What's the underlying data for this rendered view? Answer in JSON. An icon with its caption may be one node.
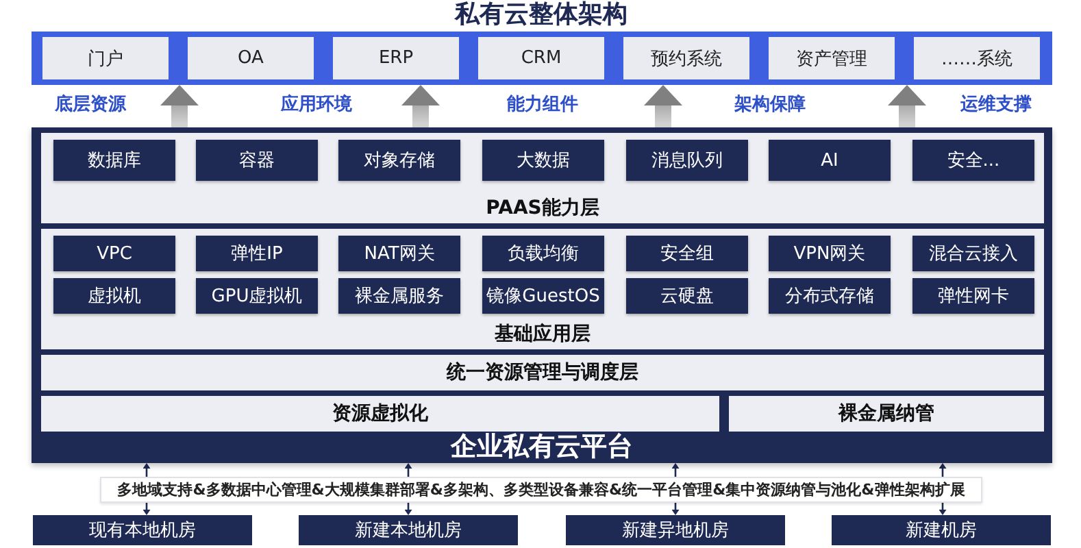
{
  "diagram": {
    "title": "私有云整体架构",
    "nodes": [
      {
        "text": [],
        "shape": "box"
      },
      {
        "text": [
          "门户"
        ],
        "in": 0
      },
      {
        "text": [
          "OA"
        ],
        "in": 0
      },
      {
        "text": [
          "ERP"
        ],
        "in": 0
      },
      {
        "text": [
          "CRM"
        ],
        "in": 0
      },
      {
        "text": [
          "预约系统"
        ],
        "in": 0
      },
      {
        "text": [
          "资产管理"
        ],
        "in": 0
      },
      {
        "text": [
          "……系统"
        ],
        "in": 0
      },
      {
        "text": [
          "企业私有云平台"
        ]
      },
      {
        "text": [
          "PAAS能力层"
        ],
        "in": 8
      },
      {
        "text": [
          "数据库"
        ],
        "in": 9
      },
      {
        "text": [
          "容器"
        ],
        "in": 9
      },
      {
        "text": [
          "对象存储"
        ],
        "in": 9
      },
      {
        "text": [
          "大数据"
        ],
        "in": 9
      },
      {
        "text": [
          "消息队列"
        ],
        "in": 9
      },
      {
        "text": [
          "AI"
        ],
        "in": 9
      },
      {
        "text": [
          "安全..."
        ],
        "in": 9
      },
      {
        "text": [
          "基础应用层"
        ],
        "in": 8
      },
      {
        "text": [
          "VPC"
        ],
        "in": 17
      },
      {
        "text": [
          "弹性IP"
        ],
        "in": 17
      },
      {
        "text": [
          "NAT网关"
        ],
        "in": 17
      },
      {
        "text": [
          "负载均衡"
        ],
        "in": 17
      },
      {
        "text": [
          "安全组"
        ],
        "in": 17
      },
      {
        "text": [
          "VPN网关"
        ],
        "in": 17
      },
      {
        "text": [
          "混合云接入"
        ],
        "in": 17
      },
      {
        "text": [
          "虚拟机"
        ],
        "in": 17
      },
      {
        "text": [
          "GPU虚拟机"
        ],
        "in": 17
      },
      {
        "text": [
          "裸金属服务"
        ],
        "in": 17
      },
      {
        "text": [
          "镜像GuestOS"
        ],
        "in": 17
      },
      {
        "text": [
          "云硬盘"
        ],
        "in": 17
      },
      {
        "text": [
          "分布式存储"
        ],
        "in": 17
      },
      {
        "text": [
          "弹性网卡"
        ],
        "in": 17
      },
      {
        "text": [
          "统一资源管理与调度层"
        ],
        "in": 8
      },
      {
        "text": [
          "资源虚拟化"
        ],
        "in": 8
      },
      {
        "text": [
          "裸金属纳管"
        ],
        "in": 8
      },
      {
        "text": [
          "多地域支持&多数据中心管理&大规模集群部署&多架构、多类型设备兼容&统一平台管理&集中资源纳管与池化&弹性架构扩展"
        ]
      },
      {
        "text": [
          "现有本地机房"
        ]
      },
      {
        "text": [
          "新建本地机房"
        ]
      },
      {
        "text": [
          "新建异地机房"
        ]
      },
      {
        "text": [
          "新建机房"
        ]
      }
    ],
    "edges": [
      {
        "from": 8,
        "to": 0,
        "arrow": "to",
        "style": "thick",
        "color": "#808080"
      },
      {
        "from": 8,
        "to": 0,
        "arrow": "to",
        "style": "thick",
        "color": "#808080"
      },
      {
        "from": 8,
        "to": 0,
        "arrow": "to",
        "style": "thick",
        "color": "#808080"
      },
      {
        "from": 8,
        "to": 0,
        "arrow": "to",
        "style": "thick",
        "color": "#808080"
      },
      {
        "from": 35,
        "to": 8,
        "arrow": "to"
      },
      {
        "from": 35,
        "to": 8,
        "arrow": "to"
      },
      {
        "from": 35,
        "to": 8,
        "arrow": "to"
      },
      {
        "from": 35,
        "to": 8,
        "arrow": "to"
      },
      {
        "from": 35,
        "to": 36,
        "arrow": "to"
      },
      {
        "from": 35,
        "to": 37,
        "arrow": "to"
      },
      {
        "from": 35,
        "to": 38,
        "arrow": "to"
      },
      {
        "from": 35,
        "to": 39,
        "arrow": "to"
      }
    ],
    "labels": [
      "底层资源",
      "应用环境",
      "能力组件",
      "架构保障",
      "运维支撑"
    ]
  }
}
